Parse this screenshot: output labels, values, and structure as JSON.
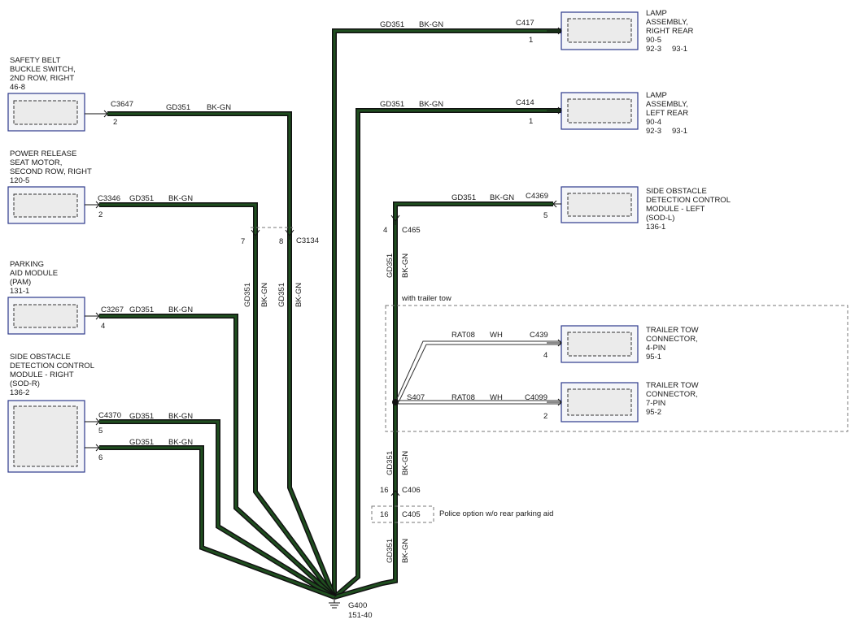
{
  "wire_id": "GD351",
  "wire_color": "BK-GN",
  "trailer_wire_id": "RAT08",
  "trailer_wire_color": "WH",
  "components": {
    "safety_belt": {
      "name": [
        "SAFETY BELT",
        "BUCKLE SWITCH,",
        "2ND ROW, RIGHT"
      ],
      "ref": "46-8",
      "connector": "C3647",
      "pin": "2"
    },
    "power_release": {
      "name": [
        "POWER RELEASE",
        "SEAT MOTOR,",
        "SECOND ROW, RIGHT"
      ],
      "ref": "120-5",
      "connector": "C3346",
      "pin": "2"
    },
    "parking_aid": {
      "name": [
        "PARKING",
        "AID MODULE",
        "(PAM)"
      ],
      "ref": "131-1",
      "connector": "C3267",
      "pin": "4"
    },
    "sod_right": {
      "name": [
        "SIDE OBSTACLE",
        "DETECTION CONTROL",
        "MODULE - RIGHT",
        "(SOD-R)"
      ],
      "ref": "136-2",
      "connector": "C4370",
      "pin_a": "5",
      "pin_b": "6"
    },
    "lamp_right": {
      "name": [
        "LAMP",
        "ASSEMBLY,",
        "RIGHT REAR"
      ],
      "ref1": "90-5",
      "ref2": "92-3",
      "ref3": "93-1",
      "connector": "C417",
      "pin": "1"
    },
    "lamp_left": {
      "name": [
        "LAMP",
        "ASSEMBLY,",
        "LEFT REAR"
      ],
      "ref1": "90-4",
      "ref2": "92-3",
      "ref3": "93-1",
      "connector": "C414",
      "pin": "1"
    },
    "sod_left": {
      "name": [
        "SIDE OBSTACLE",
        "DETECTION CONTROL",
        "MODULE - LEFT",
        "(SOD-L)"
      ],
      "ref": "136-1",
      "connector": "C4369",
      "pin": "5"
    },
    "trailer_4pin": {
      "name": [
        "TRAILER TOW",
        "CONNECTOR,",
        "4-PIN"
      ],
      "ref": "95-1",
      "connector": "C439",
      "pin": "4"
    },
    "trailer_7pin": {
      "name": [
        "TRAILER TOW",
        "CONNECTOR,",
        "7-PIN"
      ],
      "ref": "95-2",
      "connector": "C4099",
      "pin": "2"
    }
  },
  "inline": {
    "c3134": {
      "connector": "C3134",
      "pin_a": "7",
      "pin_b": "8"
    },
    "c465": {
      "connector": "C465",
      "pin": "4"
    },
    "c406": {
      "connector": "C406",
      "pin": "16"
    },
    "c405": {
      "connector": "C405",
      "pin": "16"
    }
  },
  "splice": "S407",
  "ground": {
    "name": "G400",
    "ref": "151-40"
  },
  "notes": {
    "trailer": "with trailer tow",
    "police": "Police option w/o rear parking aid"
  }
}
